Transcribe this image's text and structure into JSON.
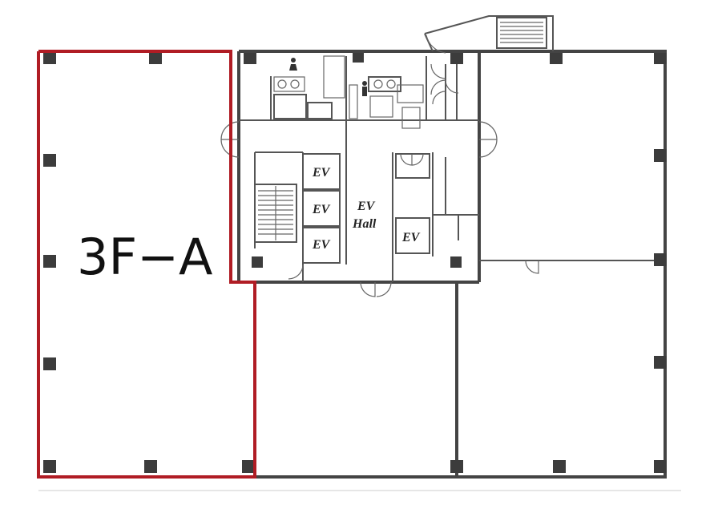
{
  "highlight_color": "#b01c24",
  "wall_color": "#444444",
  "unit": {
    "label": "3F−A"
  },
  "elevators": [
    {
      "label": "EV"
    },
    {
      "label": "EV"
    },
    {
      "label": "EV"
    },
    {
      "label": "EV"
    }
  ],
  "ev_hall": {
    "line1": "EV",
    "line2": "Hall"
  },
  "icons": [
    "stair-icon",
    "restroom-female-icon",
    "restroom-male-icon",
    "door-swing-icon"
  ]
}
